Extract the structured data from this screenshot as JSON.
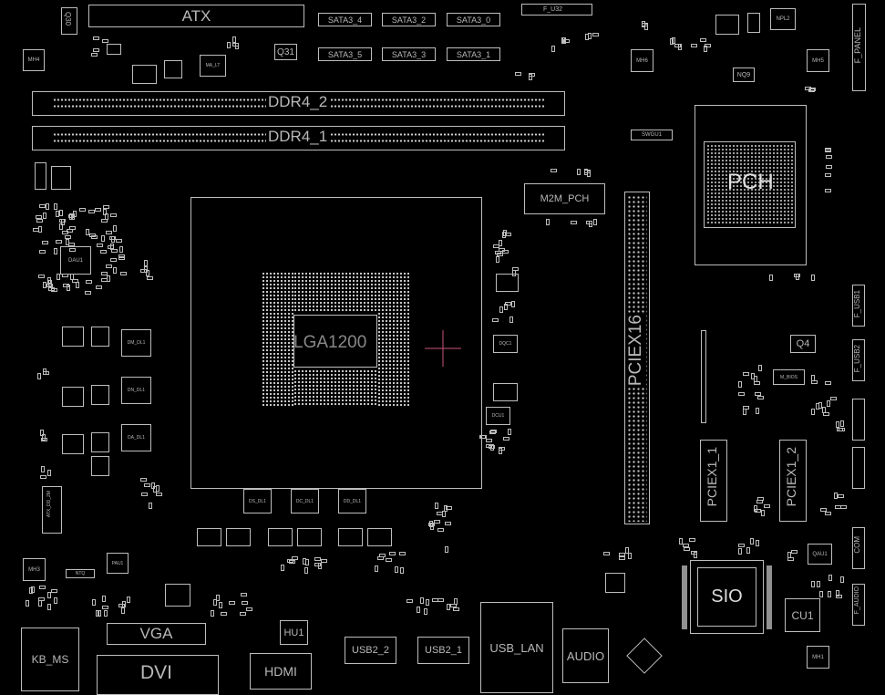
{
  "board": {
    "labels": {
      "atx": "ATX",
      "ddr4_2": "DDR4_2",
      "ddr4_1": "DDR4_1",
      "sata4": "SATA3_4",
      "sata2": "SATA3_2",
      "sata0": "SATA3_0",
      "sata5": "SATA3_5",
      "sata3": "SATA3_3",
      "sata1": "SATA3_1",
      "f_u32": "F_U32",
      "q31": "Q31",
      "q30": "Q30",
      "mh4": "MH4",
      "mh6": "MH6",
      "mh5": "MH5",
      "mh3": "MH3",
      "mh1": "MH1",
      "ma_lt": "MA_LT",
      "m2m_pch": "M2M_PCH",
      "pch": "PCH",
      "cpu": "LGA1200",
      "pciex16": "PCIEX16",
      "pciex1_1": "PCIEX1_1",
      "pciex1_2": "PCIEX1_2",
      "sio": "SIO",
      "cu1": "CU1",
      "q4": "Q4",
      "qau1": "QAU1",
      "m_bios": "M_BIOS",
      "vga": "VGA",
      "dvi": "DVI",
      "hdmi": "HDMI",
      "hu1": "HU1",
      "usb2_2": "USB2_2",
      "usb2_1": "USB2_1",
      "usb_lan": "USB_LAN",
      "audio": "AUDIO",
      "kb_ms": "KB_MS",
      "f_panel": "F_PANEL",
      "f_usb1": "F_USB1",
      "f_usb2": "F_USB2",
      "f_audio": "F_AUDIO",
      "com": "COM",
      "nq9": "NQ9",
      "swgu1": "SWGU1",
      "npl2": "NPL2",
      "dau1": "DAU1",
      "dm_dl1": "DM_DL1",
      "dn_dl1": "DN_DL1",
      "da_dl1": "DA_DL1",
      "ds_dl1": "DS_DL1",
      "dc_dl1": "DC_DL1",
      "dd_dl1": "DD_DL1",
      "dqc1": "DQC1",
      "dcu1": "DCU1",
      "atx_dd": "ATX_DD_2M",
      "ntq": "NTQ",
      "pau1": "PAU1"
    },
    "colors": {
      "background": "#000000",
      "outline": "#bdbdbd",
      "text": "#b8b8b8",
      "cursor": "#c7547a"
    }
  }
}
